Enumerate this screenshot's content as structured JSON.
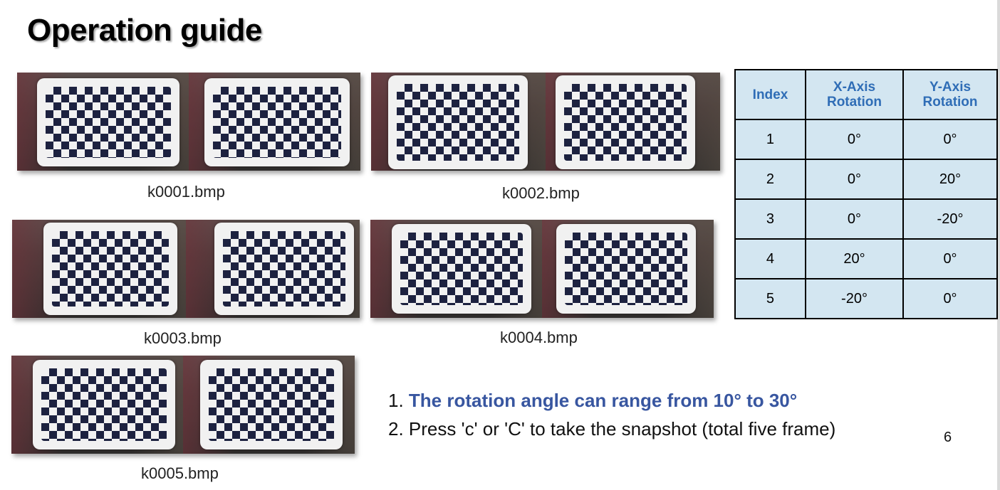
{
  "slide": {
    "title": "Operation guide",
    "page_number": "6"
  },
  "images": [
    {
      "caption": "k0001.bmp",
      "image_icon": "checkerboard-stereo-image"
    },
    {
      "caption": "k0002.bmp",
      "image_icon": "checkerboard-stereo-image"
    },
    {
      "caption": "k0003.bmp",
      "image_icon": "checkerboard-stereo-image"
    },
    {
      "caption": "k0004.bmp",
      "image_icon": "checkerboard-stereo-image"
    },
    {
      "caption": "k0005.bmp",
      "image_icon": "checkerboard-stereo-image"
    }
  ],
  "rotation_table": {
    "headers": [
      "Index",
      "X-Axis Rotation",
      "Y-Axis Rotation"
    ],
    "rows": [
      [
        "1",
        "0°",
        "0°"
      ],
      [
        "2",
        "0°",
        "20°"
      ],
      [
        "3",
        "0°",
        "-20°"
      ],
      [
        "4",
        "20°",
        "0°"
      ],
      [
        "5",
        "-20°",
        "0°"
      ]
    ],
    "header_color": "#2f6db6",
    "cell_background": "#d3e6f1"
  },
  "instructions": [
    {
      "number": "1.",
      "text": "The rotation angle can range from 10°  to 30°",
      "highlight": true
    },
    {
      "number": "2.",
      "text": "Press 'c' or 'C' to take the snapshot (total five frame)",
      "highlight": false
    }
  ],
  "colors": {
    "highlight_text": "#3856a0"
  }
}
